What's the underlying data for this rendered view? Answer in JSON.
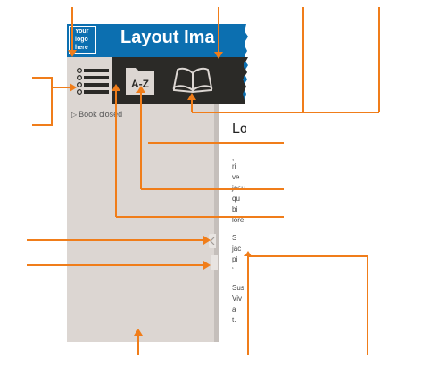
{
  "header": {
    "logo_text": "Your\nlogo\nhere",
    "title": "Layout Ima"
  },
  "toolbar": {
    "buttons": [
      {
        "icon": "list-icon",
        "active": true
      },
      {
        "icon": "a-z-icon",
        "label": "A-Z",
        "active": false
      },
      {
        "icon": "open-book-icon",
        "active": false
      }
    ]
  },
  "sidebar": {
    "book_status": "Book closed"
  },
  "content": {
    "heading": "Lo",
    "fragments": [
      ",",
      "ri",
      "ve",
      "jacu",
      "qu",
      "bi",
      "lore",
      "S",
      "jac",
      "pi",
      "‘",
      "Sus",
      "Viv",
      "a",
      "t."
    ]
  },
  "colors": {
    "banner": "#0c6fb0",
    "toolbar": "#2b2a27",
    "sidebar": "#dcd6d2",
    "annotation": "#f07d1a"
  }
}
